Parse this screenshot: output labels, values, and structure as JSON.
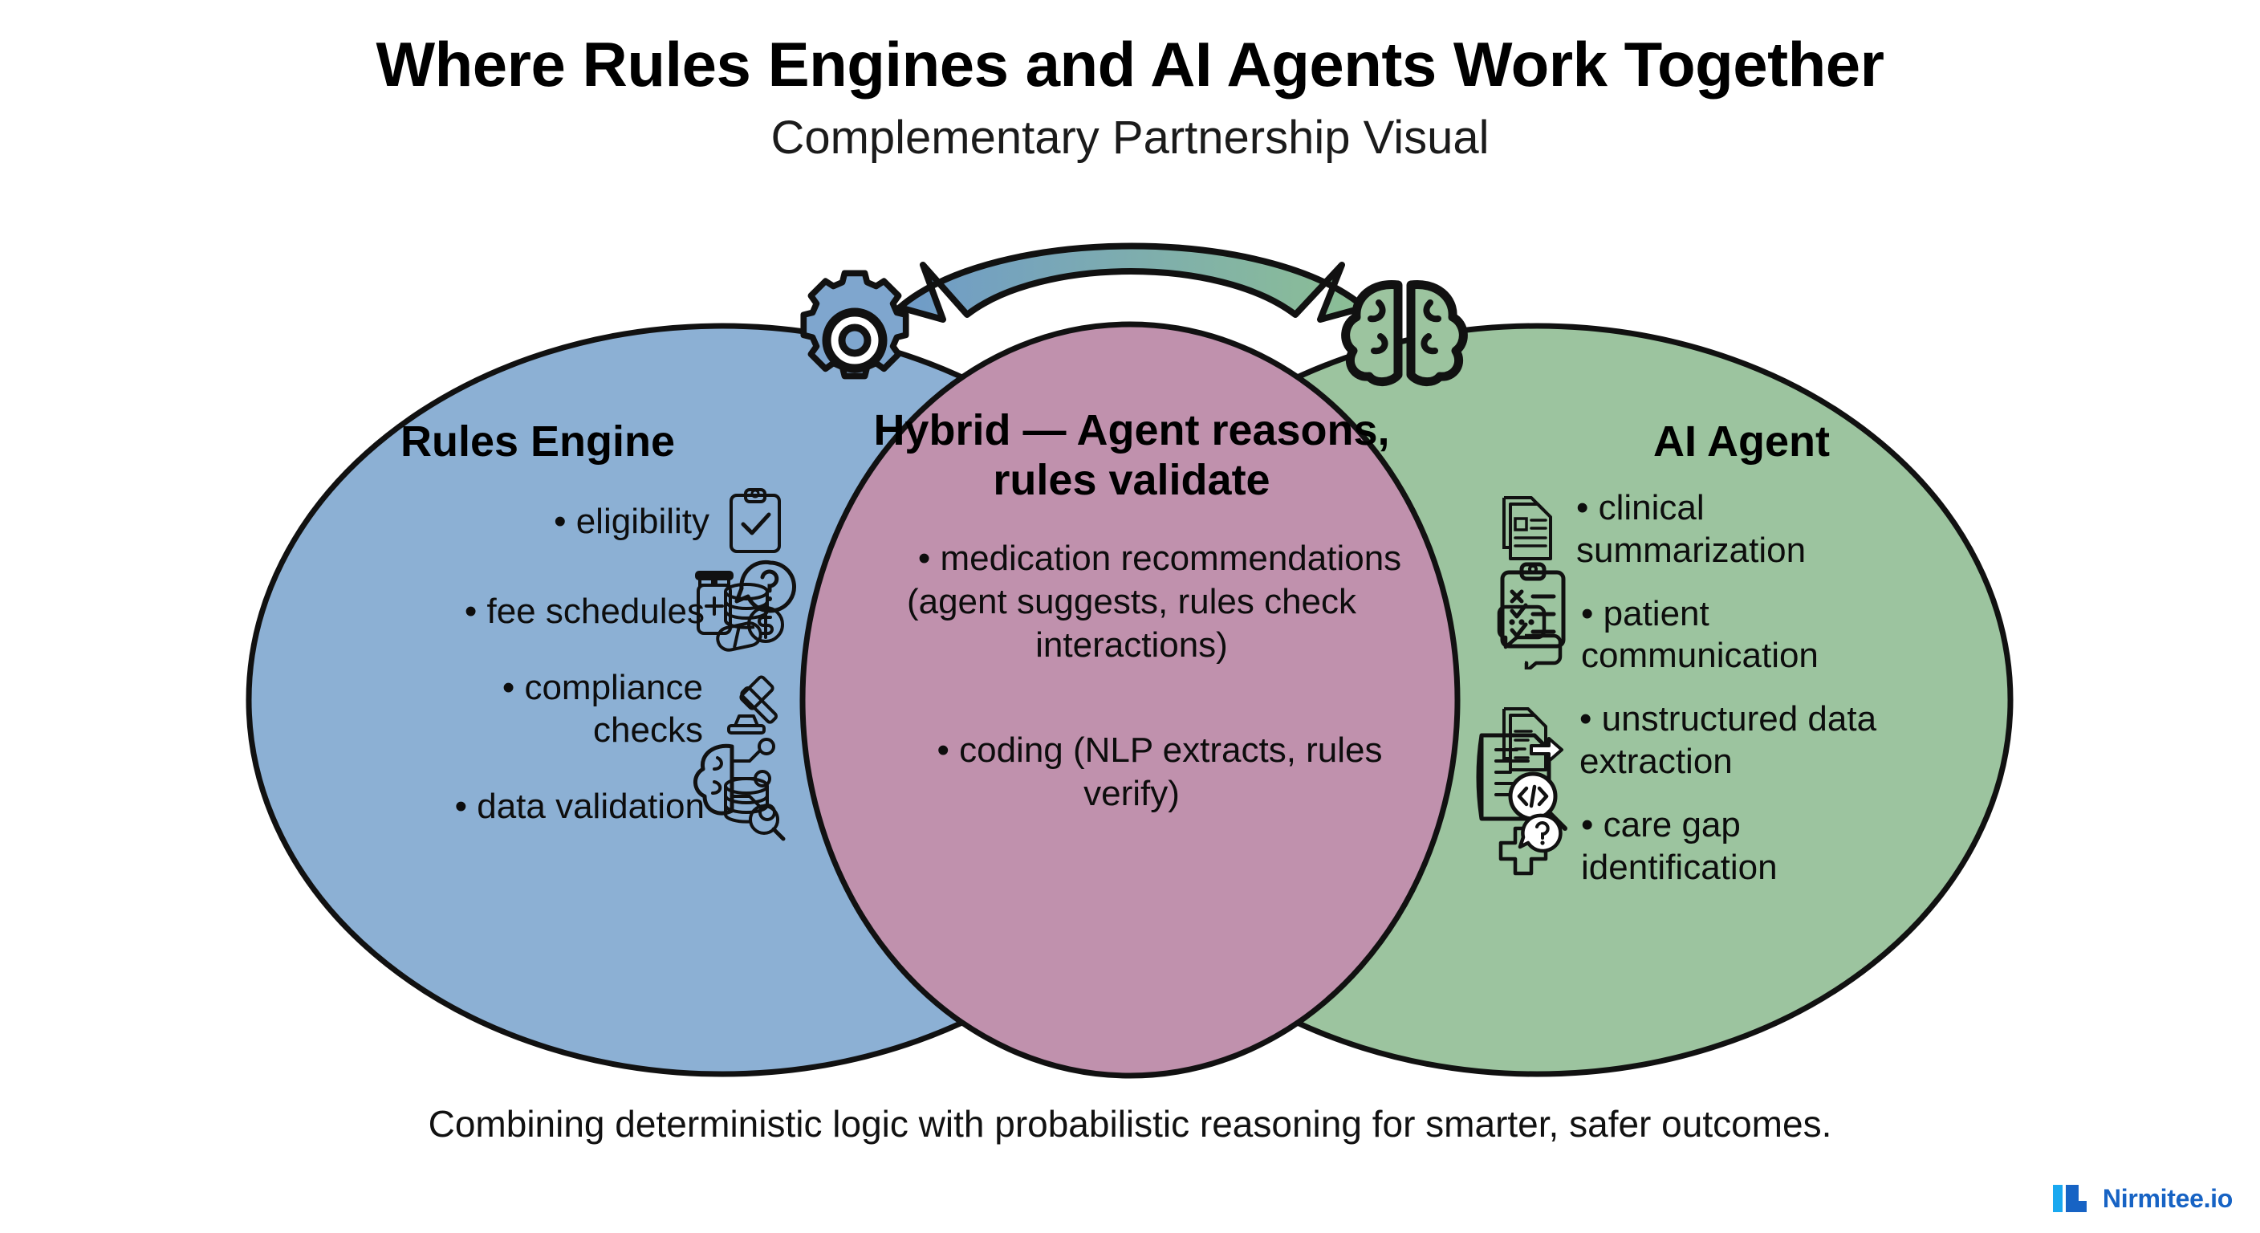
{
  "header": {
    "title": "Where Rules Engines and AI Agents Work Together",
    "subtitle": "Complementary Partnership Visual"
  },
  "colors": {
    "rules_engine_fill": "#8cb0d4",
    "hybrid_fill": "#c091ad",
    "ai_agent_fill": "#9cc49f",
    "outline": "#111111",
    "background": "#ffffff",
    "logo_blue": "#1763c4",
    "logo_cyan": "#19a8f0"
  },
  "connector": {
    "name": "bidirectional-arrow",
    "left_icon": "gear-icon",
    "right_icon": "brain-icon",
    "gradient_from": "#6f9bc9",
    "gradient_to": "#8cbf94"
  },
  "venn": {
    "left": {
      "heading": "Rules Engine",
      "items": [
        {
          "text": "• eligibility",
          "icon": "clipboard-check-icon"
        },
        {
          "text": "• fee schedules",
          "icon": "coins-dollar-icon"
        },
        {
          "text": "• compliance checks",
          "icon": "gavel-icon"
        },
        {
          "text": "• data validation",
          "icon": "database-search-icon"
        }
      ]
    },
    "center": {
      "heading": "Hybrid — Agent reasons, rules validate",
      "items": [
        {
          "text": "• medication recommendations (agent suggests, rules check interactions)",
          "icon_left": "pill-bottle-question-icon",
          "icon_right": "clipboard-checklist-icon"
        },
        {
          "text": "• coding (NLP extracts, rules verify)",
          "icon_left": "brain-circuit-icon",
          "icon_right": "document-code-search-icon"
        }
      ]
    },
    "right": {
      "heading": "AI Agent",
      "items": [
        {
          "text": "• clinical summarization",
          "icon": "document-report-icon"
        },
        {
          "text": "• patient communication",
          "icon": "chat-bubbles-icon"
        },
        {
          "text": "• unstructured data extraction",
          "icon": "document-export-icon"
        },
        {
          "text": "• care gap identification",
          "icon": "medical-cross-question-icon"
        }
      ]
    }
  },
  "caption": "Combining deterministic logic with probabilistic reasoning for smarter, safer outcomes.",
  "logo": {
    "text": "Nirmitee.io",
    "mark": "nirmitee-mark-icon"
  }
}
